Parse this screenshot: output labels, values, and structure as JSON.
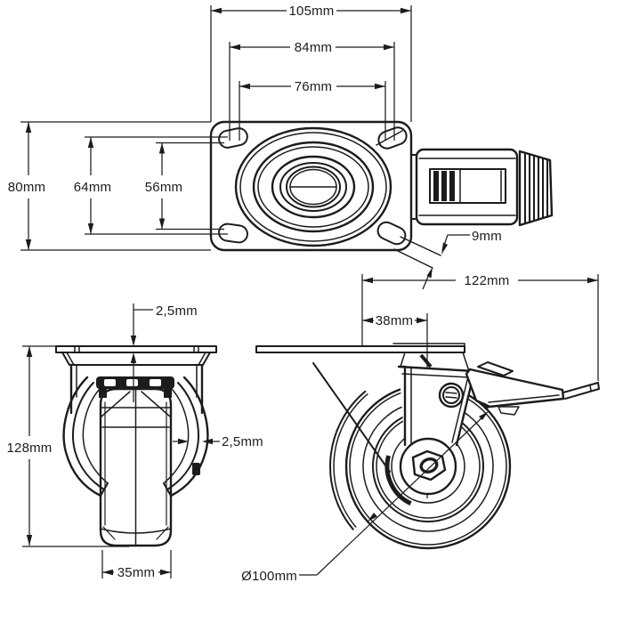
{
  "colors": {
    "line": "#1c1c1c",
    "background": "#ffffff"
  },
  "views": {
    "top_view": {
      "dims": {
        "overall_width": "105mm",
        "bolt_hole_spacing_width": "84mm",
        "inner_hole_spacing_width": "76mm",
        "overall_depth": "80mm",
        "bolt_hole_spacing_depth": "64mm",
        "inner_hole_spacing_depth": "56mm",
        "bolt_hole_slot_width": "9mm"
      }
    },
    "front_view": {
      "dims": {
        "plate_thickness": "2,5mm",
        "fork_leg_thickness": "2,5mm",
        "overall_height": "128mm",
        "wheel_width": "35mm"
      }
    },
    "side_view": {
      "dims": {
        "overall_length": "122mm",
        "swivel_offset": "38mm",
        "wheel_diameter": "Ø100mm"
      }
    }
  }
}
